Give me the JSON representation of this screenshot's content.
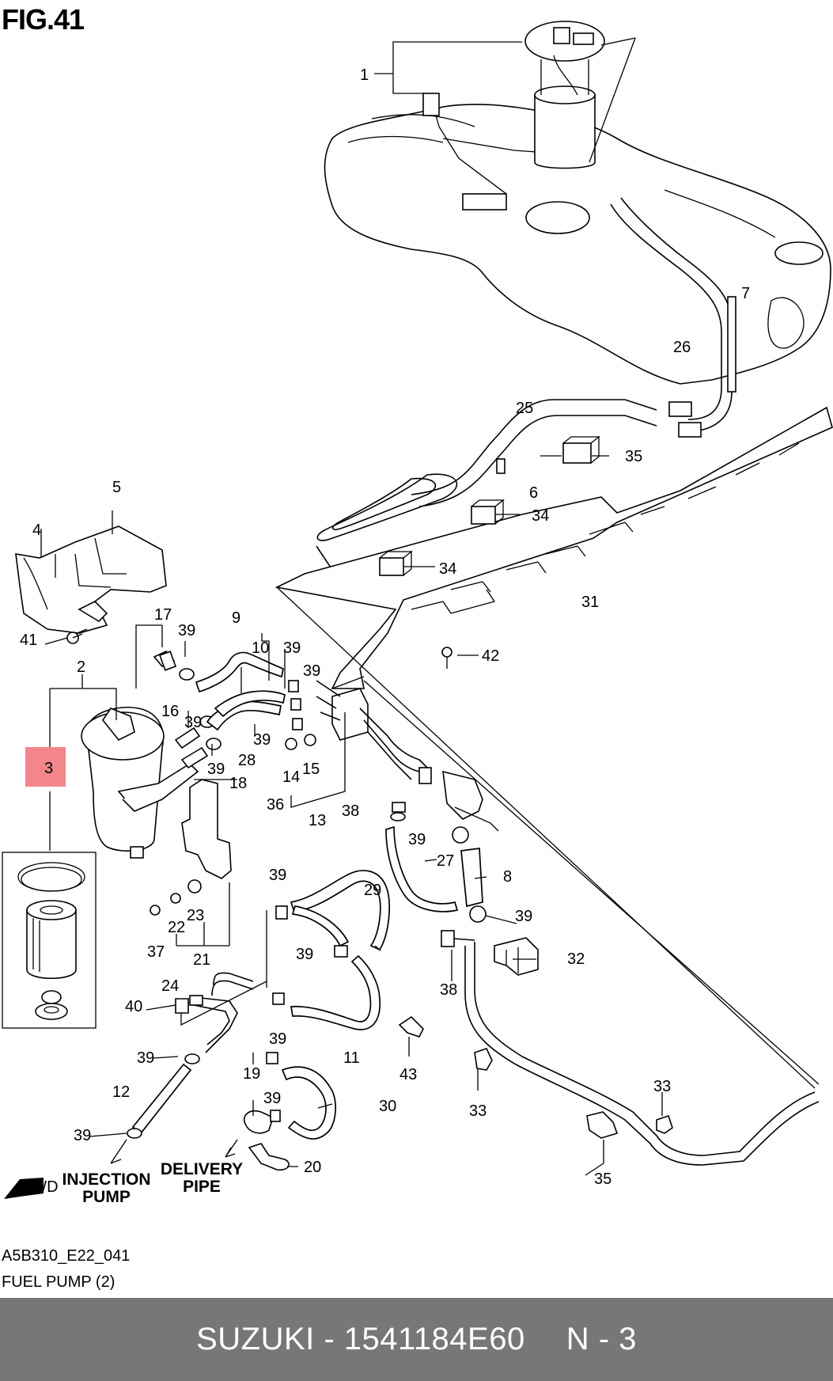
{
  "figure": {
    "title": "FIG.41",
    "highlight_color": "#f2868b",
    "part_labels": [
      "1",
      "2",
      "3",
      "4",
      "5",
      "6",
      "7",
      "8",
      "9",
      "10",
      "11",
      "12",
      "13",
      "14",
      "15",
      "16",
      "17",
      "18",
      "19",
      "20",
      "21",
      "22",
      "23",
      "24",
      "25",
      "26",
      "27",
      "28",
      "29",
      "30",
      "31",
      "32",
      "33",
      "34",
      "35",
      "36",
      "37",
      "38",
      "39",
      "40",
      "41",
      "42",
      "43"
    ],
    "highlighted_part": "3",
    "annotations": {
      "injection_pump": "INJECTION\nPUMP",
      "delivery_pipe": "DELIVERY\nPIPE",
      "fwd": "FWD"
    }
  },
  "meta": {
    "drawing_code": "A5B310_E22_041",
    "caption": "FUEL PUMP (2)"
  },
  "footer": {
    "brand": "SUZUKI",
    "separator": " - ",
    "part_number": "1541184E60",
    "position": "N - 3",
    "background": "#777777"
  }
}
